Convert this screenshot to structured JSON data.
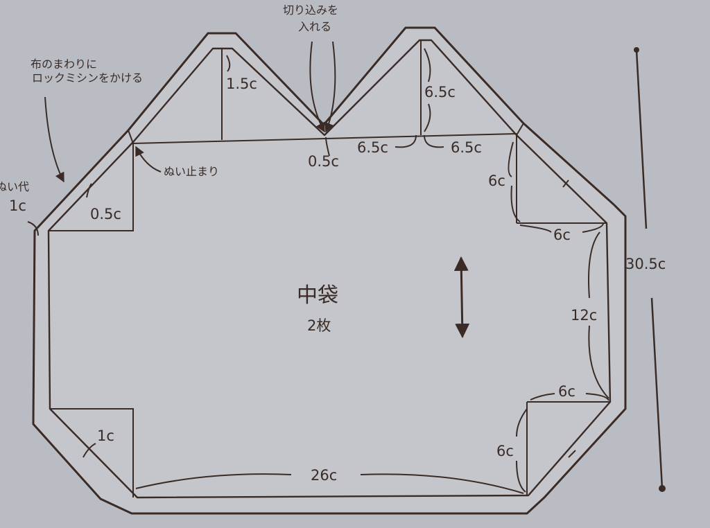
{
  "colors": {
    "paper": "#b9bcc2",
    "line": "#3a2b26",
    "outline_fill": "#c4c6cb"
  },
  "diagram": {
    "title": "中袋",
    "quantity": "2枚",
    "notes": {
      "notch": [
        "切り込みを",
        "入れる"
      ],
      "overlock": [
        "布のまわりに",
        "ロックミシンをかける"
      ],
      "seam_allowance": [
        "ぬい代",
        "1c"
      ],
      "stitch_stop": "ぬい止まり"
    },
    "dimensions": {
      "top_peak_height": "1.5c",
      "corner_offset": "0.5c",
      "center_notch": "0.5c",
      "right_peak_height": "6.5c",
      "top_segment_left": "6.5c",
      "top_segment_right": "6.5c",
      "upper_right_vertical": "6c",
      "upper_right_horizontal": "6c",
      "right_side": "12c",
      "lower_right_horizontal": "6c",
      "lower_right_vertical": "6c",
      "bottom": "26c",
      "lower_left_allowance": "1c",
      "total_height": "30.5c"
    },
    "icons": [
      "grainline-arrow-icon"
    ]
  }
}
